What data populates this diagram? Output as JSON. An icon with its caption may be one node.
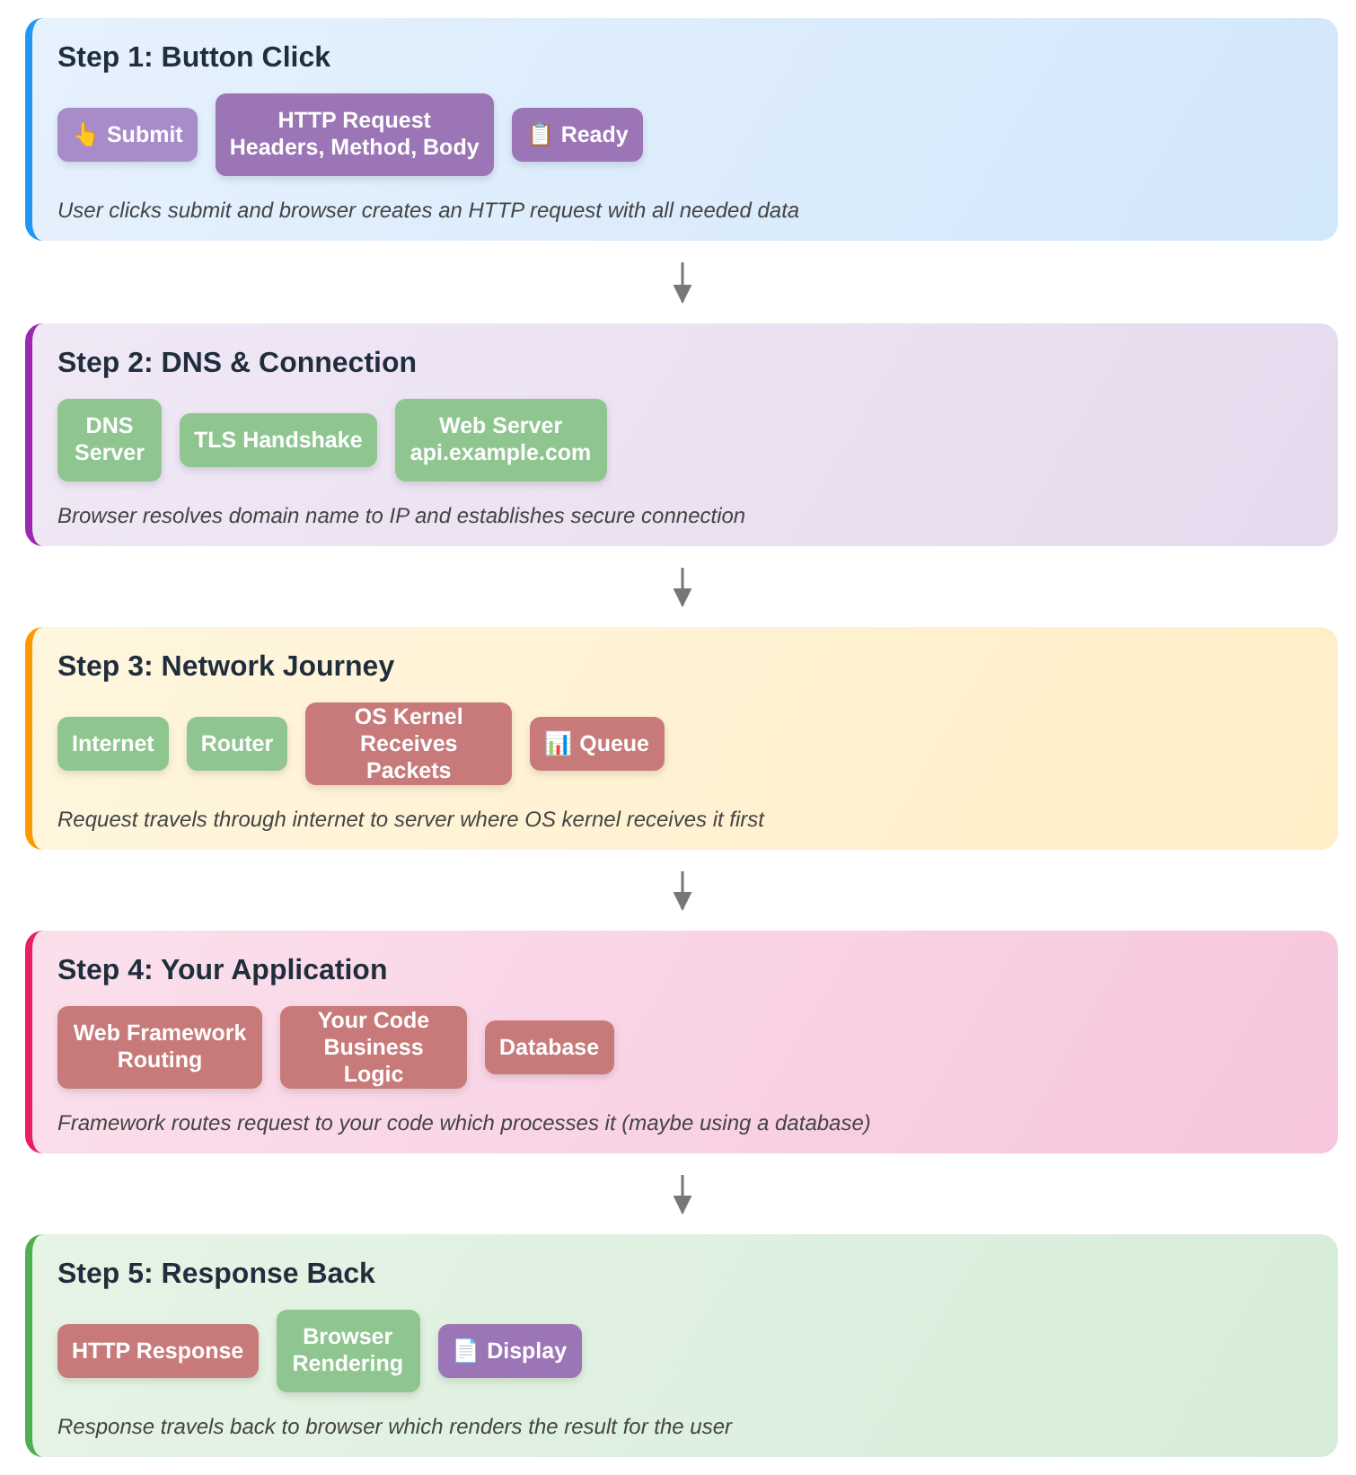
{
  "diagram": {
    "nodes": [
      {
        "text": [
          "Step 1: Button Click",
          "User clicks submit and browser creates an HTTP request with all needed data"
        ]
      },
      {
        "text": [
          "👆 Submit"
        ],
        "in": 0
      },
      {
        "text": [
          "HTTP Request Headers, Method, Body"
        ],
        "in": 0
      },
      {
        "text": [
          "📋 Ready"
        ],
        "in": 0
      },
      {
        "text": [
          "Step 2: DNS & Connection",
          "Browser resolves domain name to IP and establishes secure connection"
        ]
      },
      {
        "text": [
          "DNS Server"
        ],
        "in": 4
      },
      {
        "text": [
          "TLS Handshake"
        ],
        "in": 4
      },
      {
        "text": [
          "Web Server api.example.com"
        ],
        "in": 4
      },
      {
        "text": [
          "Step 3: Network Journey",
          "Request travels through internet to server where OS kernel receives it first"
        ]
      },
      {
        "text": [
          "Internet"
        ],
        "in": 8
      },
      {
        "text": [
          "Router"
        ],
        "in": 8
      },
      {
        "text": [
          "OS Kernel Receives Packets"
        ],
        "in": 8
      },
      {
        "text": [
          "📊 Queue"
        ],
        "in": 8
      },
      {
        "text": [
          "Step 4: Your Application",
          "Framework routes request to your code which processes it (maybe using a database)"
        ]
      },
      {
        "text": [
          "Web Framework Routing"
        ],
        "in": 13
      },
      {
        "text": [
          "Your Code Business Logic"
        ],
        "in": 13
      },
      {
        "text": [
          "Database"
        ],
        "in": 13
      },
      {
        "text": [
          "Step 5: Response Back",
          "Response travels back to browser which renders the result for the user"
        ]
      },
      {
        "text": [
          "HTTP Response"
        ],
        "in": 17
      },
      {
        "text": [
          "Browser Rendering"
        ],
        "in": 17
      },
      {
        "text": [
          "📄 Display"
        ],
        "in": 17
      }
    ],
    "edges": [
      {
        "from": 0,
        "to": 4,
        "arrow": "to"
      },
      {
        "from": 4,
        "to": 8,
        "arrow": "to"
      },
      {
        "from": 8,
        "to": 13,
        "arrow": "to"
      },
      {
        "from": 13,
        "to": 17,
        "arrow": "to"
      }
    ]
  }
}
